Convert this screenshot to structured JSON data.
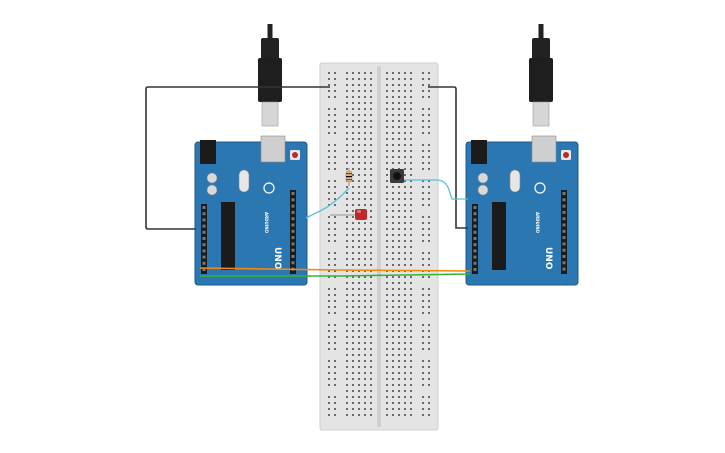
{
  "colors": {
    "background": "#ffffff",
    "board_blue": "#2b77b2",
    "board_edge": "#1d5a8a",
    "breadboard": "#e4e4e4",
    "breadboard_hole": "#6a6a6a",
    "wire_black": "#333333",
    "wire_cyan": "#5bc0d8",
    "wire_orange": "#f08a12",
    "wire_green": "#36b336",
    "led_red": "#c0282d",
    "usb_plug": "#222222",
    "usb_metal": "#cfcfcf"
  },
  "boards": [
    {
      "id": "left",
      "model_label": "UNO",
      "brand_label": "ARDUINO"
    },
    {
      "id": "right",
      "model_label": "UNO",
      "brand_label": "ARDUINO"
    }
  ],
  "components": {
    "resistor": "resistor-icon",
    "led": "led-icon",
    "pushbutton": "pushbutton-icon"
  }
}
